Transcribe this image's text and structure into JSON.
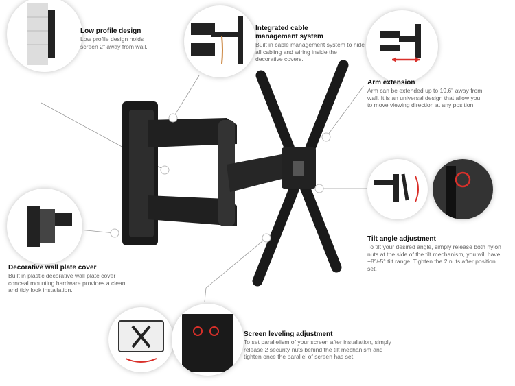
{
  "features": [
    {
      "title": "Low profile design",
      "body": "Low profile design holds screen 2\" away from wall."
    },
    {
      "title": "Integrated cable management system",
      "body": "Built in cable management system to hide all cabling and wiring inside the decorative covers."
    },
    {
      "title": "Arm extension",
      "body": "Arm can be extended up to 19.6\" away from wall. It is an universal design that allow you to move viewing direction at any position."
    },
    {
      "title": "Tilt angle adjustment",
      "body": "To tilt your desired angle, simply release both nylon nuts at the side of the tilt mechanism, you will have +8°/-5° tilt range. Tighten the 2 nuts after position set."
    },
    {
      "title": "Decorative wall plate cover",
      "body": "Built in plastic decorative wall plate cover conceal mounting hardware provides a clean and tidy look installation."
    },
    {
      "title": "Screen leveling adjustment",
      "body": "To set parallelism of your screen after installation, simply release 2 security nuts behind the tilt mechanism and tighten once the parallel of screen has set."
    }
  ],
  "colors": {
    "accent": "#d9302a",
    "product": "#1a1a1a"
  }
}
